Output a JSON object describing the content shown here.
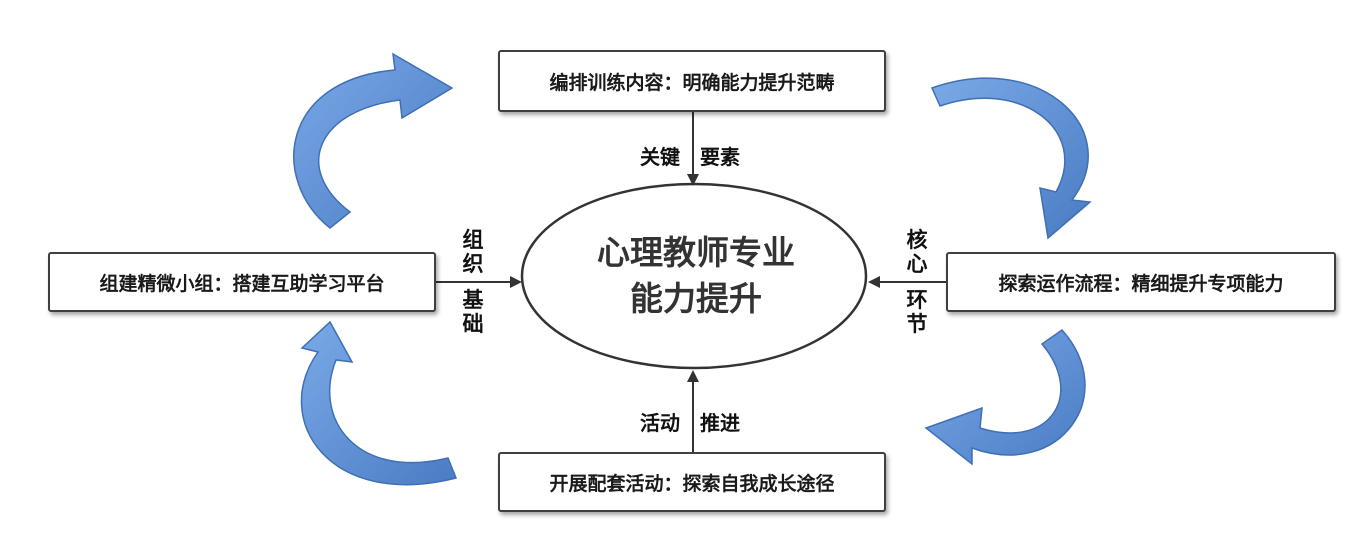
{
  "diagram": {
    "center": {
      "line1": "心理教师专业",
      "line2": "能力提升"
    },
    "boxes": {
      "top": "编排训练内容：明确能力提升范畴",
      "left": "组建精微小组：搭建互助学习平台",
      "right": "探索运作流程：精细提升专项能力",
      "bottom": "开展配套活动：探索自我成长途径"
    },
    "connectors": {
      "top_left": "关键",
      "top_right": "要素",
      "left_upper": "组织",
      "left_lower": "基础",
      "right_upper": "核心",
      "right_lower": "环节",
      "bottom_left": "活动",
      "bottom_right": "推进"
    },
    "colors": {
      "cycle_arrow_fill": "#5b8fd6",
      "cycle_arrow_stroke": "#3f6fb5",
      "connector_line": "#333333",
      "box_border": "#404040"
    }
  }
}
